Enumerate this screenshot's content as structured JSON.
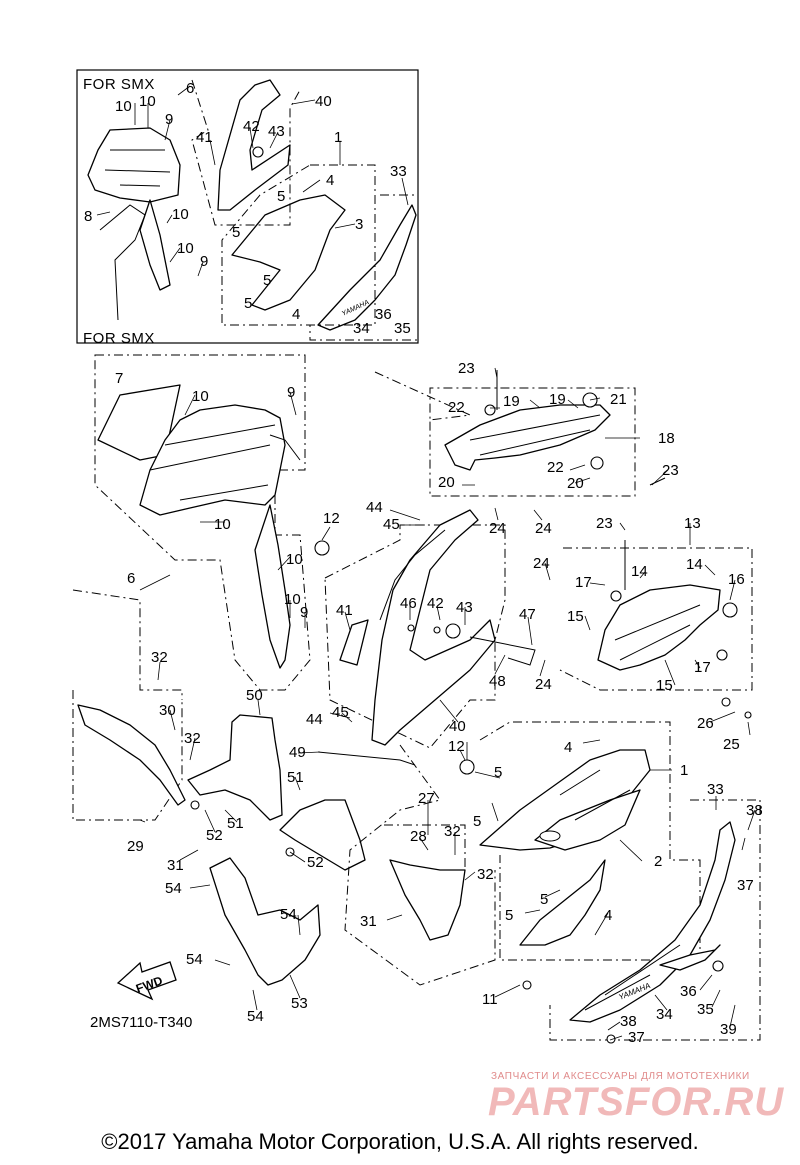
{
  "smx_box": {
    "label_top": "FOR SMX",
    "label_bottom": "FOR SMX"
  },
  "fwd_label": "FWD",
  "diagram_code": "2MS7110-T340",
  "copyright": "©2017 Yamaha Motor Corporation, U.S.A. All rights reserved.",
  "watermark": {
    "subtitle": "ЗАПЧАСТИ И АКСЕССУАРЫ ДЛЯ МОТОТЕХНИКИ",
    "logo": "PARTSFOR.RU"
  },
  "callouts": {
    "c1": "1",
    "c2": "2",
    "c3": "3",
    "c4": "4",
    "c5": "5",
    "c6": "6",
    "c7": "7",
    "c8": "8",
    "c9": "9",
    "c10": "10",
    "c11": "11",
    "c12": "12",
    "c13": "13",
    "c14": "14",
    "c15": "15",
    "c16": "16",
    "c17": "17",
    "c18": "18",
    "c19": "19",
    "c20": "20",
    "c21": "21",
    "c22": "22",
    "c23": "23",
    "c24": "24",
    "c25": "25",
    "c26": "26",
    "c27": "27",
    "c28": "28",
    "c29": "29",
    "c30": "30",
    "c31": "31",
    "c32": "32",
    "c33": "33",
    "c34": "34",
    "c35": "35",
    "c36": "36",
    "c37": "37",
    "c38": "38",
    "c39": "39",
    "c40": "40",
    "c41": "41",
    "c42": "42",
    "c43": "43",
    "c44": "44",
    "c45": "45",
    "c46": "46",
    "c47": "47",
    "c48": "48",
    "c49": "49",
    "c50": "50",
    "c51": "51",
    "c52": "52",
    "c53": "53",
    "c54": "54"
  }
}
